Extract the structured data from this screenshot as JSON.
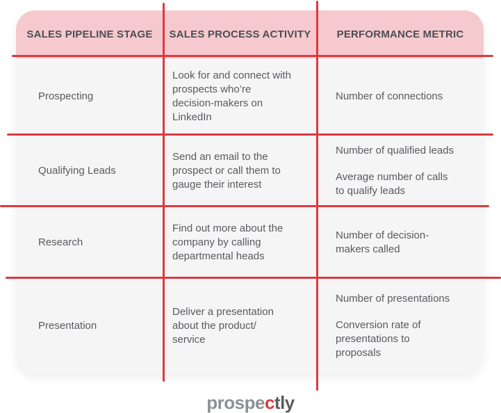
{
  "chart_data": {
    "type": "table",
    "title": "Sales pipeline stages, process activities and performance metrics",
    "columns": [
      "SALES PIPELINE STAGE",
      "SALES PROCESS ACTIVITY",
      "PERFORMANCE METRIC"
    ],
    "rows": [
      [
        "Prospecting",
        "Look for and connect with prospects who’re decision-makers on LinkedIn",
        "Number of connections"
      ],
      [
        "Qualifying Leads",
        "Send an email to the prospect or call them to gauge their interest",
        "Number of qualified leads; Average number of calls to qualify leads"
      ],
      [
        "Research",
        "Find out more about the company by calling departmental heads",
        "Number of decision-makers called"
      ],
      [
        "Presentation",
        "Deliver a presentation about the product/service",
        "Number of presentations; Conversion rate of presentations to proposals"
      ]
    ],
    "legend": "none",
    "grid": "red divider lines between rows and columns"
  },
  "display": {
    "headers": [
      "SALES PIPELINE STAGE",
      "SALES PROCESS ACTIVITY",
      "PERFORMANCE METRIC"
    ],
    "rows": [
      {
        "stage": "Prospecting",
        "activity": "Look for and connect with\nprospects who’re\ndecision-makers on\nLinkedIn",
        "metrics": [
          "Number of connections"
        ]
      },
      {
        "stage": "Qualifying Leads",
        "activity": "Send an email to the\nprospect or call them to\ngauge their interest",
        "metrics": [
          "Number of qualified leads",
          "Average number of calls\nto qualify leads"
        ]
      },
      {
        "stage": "Research",
        "activity": "Find out more about the\ncompany by calling\ndepartmental heads",
        "metrics": [
          "Number of decision-\nmakers called"
        ]
      },
      {
        "stage": "Presentation",
        "activity": "Deliver a presentation\nabout the product/\nservice",
        "metrics": [
          "Number of presentations",
          "Conversion rate of\npresentations to\nproposals"
        ]
      }
    ]
  },
  "logo": {
    "part1": "prospe",
    "accent": "c",
    "part2": "tly"
  },
  "colors": {
    "accent_red": "#DC3940",
    "header_pink": "#F5C9CD",
    "table_bg": "#F6F5F6",
    "header_text": "#4C4E53",
    "body_text": "#595A5E",
    "logo_gray": "#8E9093",
    "logo_dark": "#5B5C60",
    "page_bg": "#FFFFFF"
  }
}
